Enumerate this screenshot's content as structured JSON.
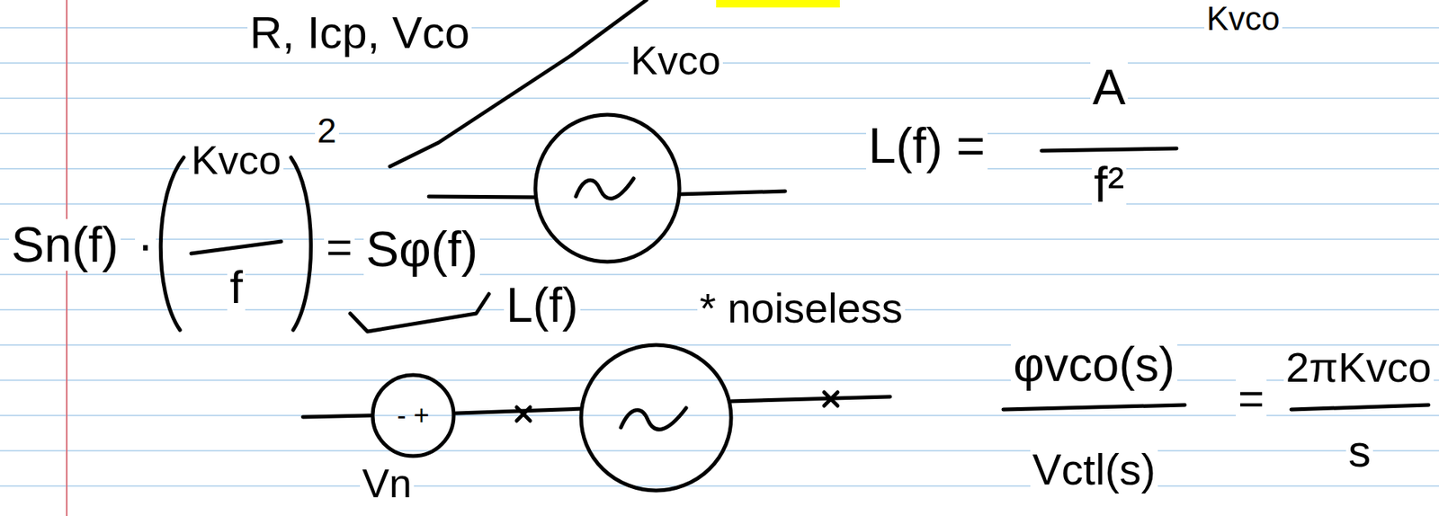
{
  "diagram": {
    "nodes": [
      {
        "text": [
          "- +"
        ]
      }
    ],
    "labels": [
      "R, Icp, Vco",
      "Kvco",
      "Kvco",
      "L(f) =",
      "A",
      "f²",
      "Sn(f)",
      "·",
      "Kvco",
      "f",
      "2",
      "=",
      "Sφ(f)",
      "L(f)",
      "* noiseless",
      "Vn",
      "φvco(s)",
      "Vctl(s)",
      "=",
      "2πKvco",
      "s"
    ]
  }
}
